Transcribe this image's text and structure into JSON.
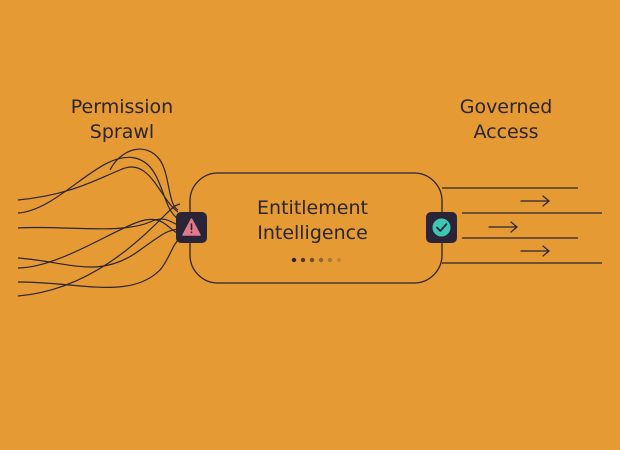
{
  "left_label": {
    "line1": "Permission",
    "line2": "Sprawl"
  },
  "right_label": {
    "line1": "Governed",
    "line2": "Access"
  },
  "center_label": {
    "line1": "Entitlement",
    "line2": "Intelligence"
  },
  "icons": {
    "left": {
      "name": "warning-icon",
      "badge_color": "#2a2438",
      "glyph_color": "#e07a8a"
    },
    "right": {
      "name": "check-circle-icon",
      "badge_color": "#2a2438",
      "glyph_color": "#3dc6b1"
    }
  },
  "colors": {
    "background": "#E69A33",
    "ink": "#2a2433"
  },
  "progress_dots": {
    "total": 6,
    "active": 1
  }
}
